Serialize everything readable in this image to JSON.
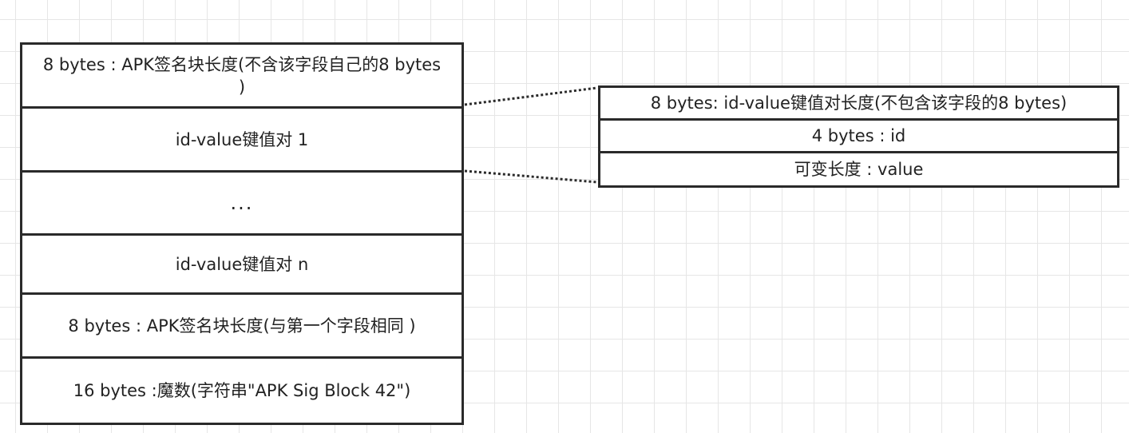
{
  "signing_block": {
    "rows": [
      "8 bytes : APK签名块长度(不含该字段自己的8 bytes )",
      "id-value键值对 1",
      "...",
      "id-value键值对 n",
      "8 bytes : APK签名块长度(与第一个字段相同 )",
      "16 bytes :魔数(字符串\"APK Sig Block 42\")"
    ]
  },
  "pair_detail": {
    "rows": [
      "8 bytes: id-value键值对长度(不包含该字段的8 bytes)",
      "4 bytes : id",
      "可变长度 : value"
    ]
  }
}
